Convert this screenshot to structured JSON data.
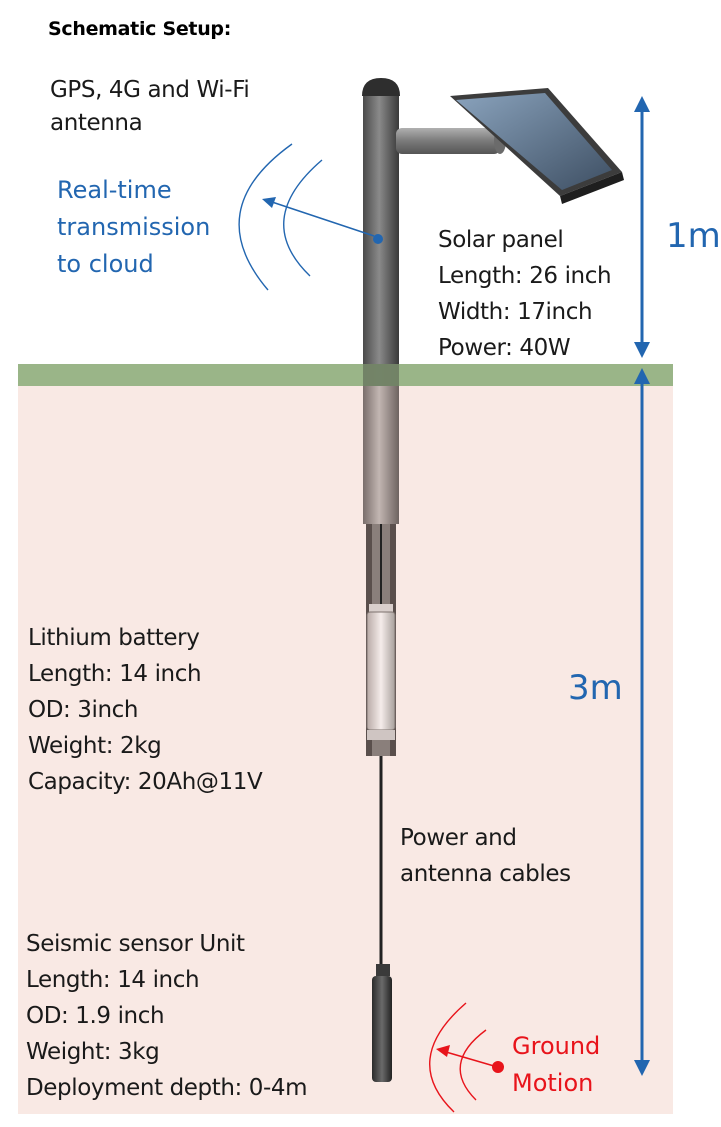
{
  "title": "Schematic Setup:",
  "antenna_label": [
    "GPS, 4G and Wi-Fi",
    "antenna"
  ],
  "transmission_label": [
    "Real-time",
    "transmission",
    "to cloud"
  ],
  "solar_panel": {
    "lines": [
      "Solar panel",
      "Length: 26 inch",
      "Width:  17inch",
      "Power:  40W"
    ]
  },
  "above_ground_height": "1m",
  "below_ground_depth": "3m",
  "battery": {
    "lines": [
      "Lithium battery",
      "Length: 14 inch",
      "OD: 3inch",
      "Weight: 2kg",
      "Capacity: 20Ah@11V"
    ]
  },
  "cables_label": [
    "Power and",
    "antenna cables"
  ],
  "sensor": {
    "lines": [
      "Seismic sensor Unit",
      "Length: 14 inch",
      "OD: 1.9 inch",
      "Weight: 3kg",
      "Deployment depth: 0-4m"
    ]
  },
  "ground_motion_label": [
    "Ground",
    "Motion"
  ],
  "colors": {
    "ground_band": "#8fad7b",
    "soil": "#f9e9e4",
    "accent_blue": "#2266b0",
    "accent_red": "#e8141b"
  }
}
